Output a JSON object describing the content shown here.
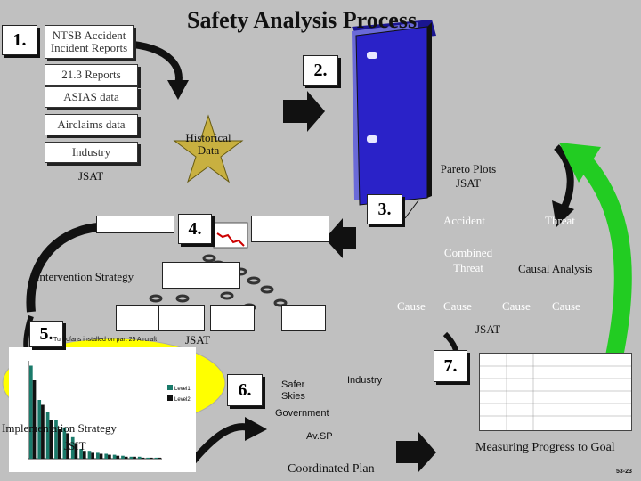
{
  "title": "Safety Analysis Process",
  "steps": {
    "s1": "1.",
    "s2": "2.",
    "s3": "3.",
    "s4": "4.",
    "s5": "5.",
    "s6": "6.",
    "s7": "7."
  },
  "sources": {
    "ntsb": "NTSB Accident Incident Reports",
    "part213": "21.3 Reports",
    "asias": "ASIAS data",
    "airclaims": "Airclaims data",
    "industry": "Industry",
    "jsat": "JSAT"
  },
  "star_label": "Historical Data",
  "pareto": "Pareto Plots JSAT",
  "causal": {
    "accident": "Accident",
    "threat": "Threat",
    "combined_threat": "Combined Threat",
    "causal_analysis": "Causal Analysis",
    "causes": [
      "Cause",
      "Cause",
      "Cause",
      "Cause"
    ],
    "jsat": "JSAT"
  },
  "intervention_strategy": "Intervention Strategy",
  "jsat_mid": "JSAT",
  "chart_caption": "Turbofans installed on part 25 Aircraft",
  "implementation_strategy": "Implementation Strategy",
  "jsit": "JSIT",
  "coordinated": {
    "safer_skies": "Safer Skies",
    "industry": "Industry",
    "government": "Government",
    "avsp": "Av.SP",
    "plan": "Coordinated Plan"
  },
  "measuring": "Measuring Progress to Goal",
  "page_number": "53-23",
  "colors": {
    "background": "#c0c0c0",
    "binder_blue": "#2a22c8",
    "oval_yellow": "#ffff00",
    "arrow_green": "#22cc22",
    "star_gold": "#c8b040"
  },
  "chart_data": {
    "type": "bar",
    "title": "Turbofans installed on part 25 Aircraft",
    "categories": [
      "",
      "",
      "",
      "",
      "",
      "",
      "",
      "",
      "",
      "",
      "",
      "",
      "",
      "",
      "",
      ""
    ],
    "series": [
      {
        "name": "Level1",
        "values": [
          95,
          60,
          48,
          40,
          32,
          22,
          10,
          8,
          6,
          5,
          4,
          3,
          2,
          2,
          1,
          1
        ]
      },
      {
        "name": "Level2",
        "values": [
          80,
          55,
          40,
          30,
          26,
          16,
          8,
          6,
          5,
          4,
          3,
          2,
          2,
          1,
          1,
          1
        ]
      }
    ],
    "ylim": [
      0,
      100
    ],
    "legend": "right"
  }
}
